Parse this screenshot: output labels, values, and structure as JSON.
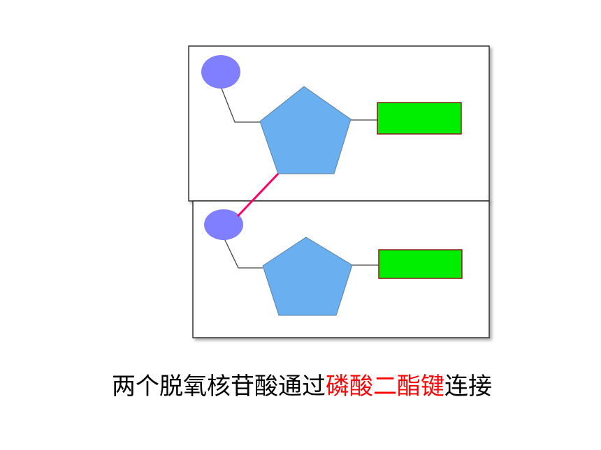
{
  "caption": {
    "prefix": "两个脱氧核苷酸通过",
    "highlight": "磷酸二酯键",
    "suffix": "连接"
  },
  "colors": {
    "phosphate": "#7f7fff",
    "sugar": "#6ab0f0",
    "base": "#00ee00",
    "base_border": "#8b1a1a",
    "bond": "#ff0066",
    "highlight_text": "#ff0000"
  }
}
